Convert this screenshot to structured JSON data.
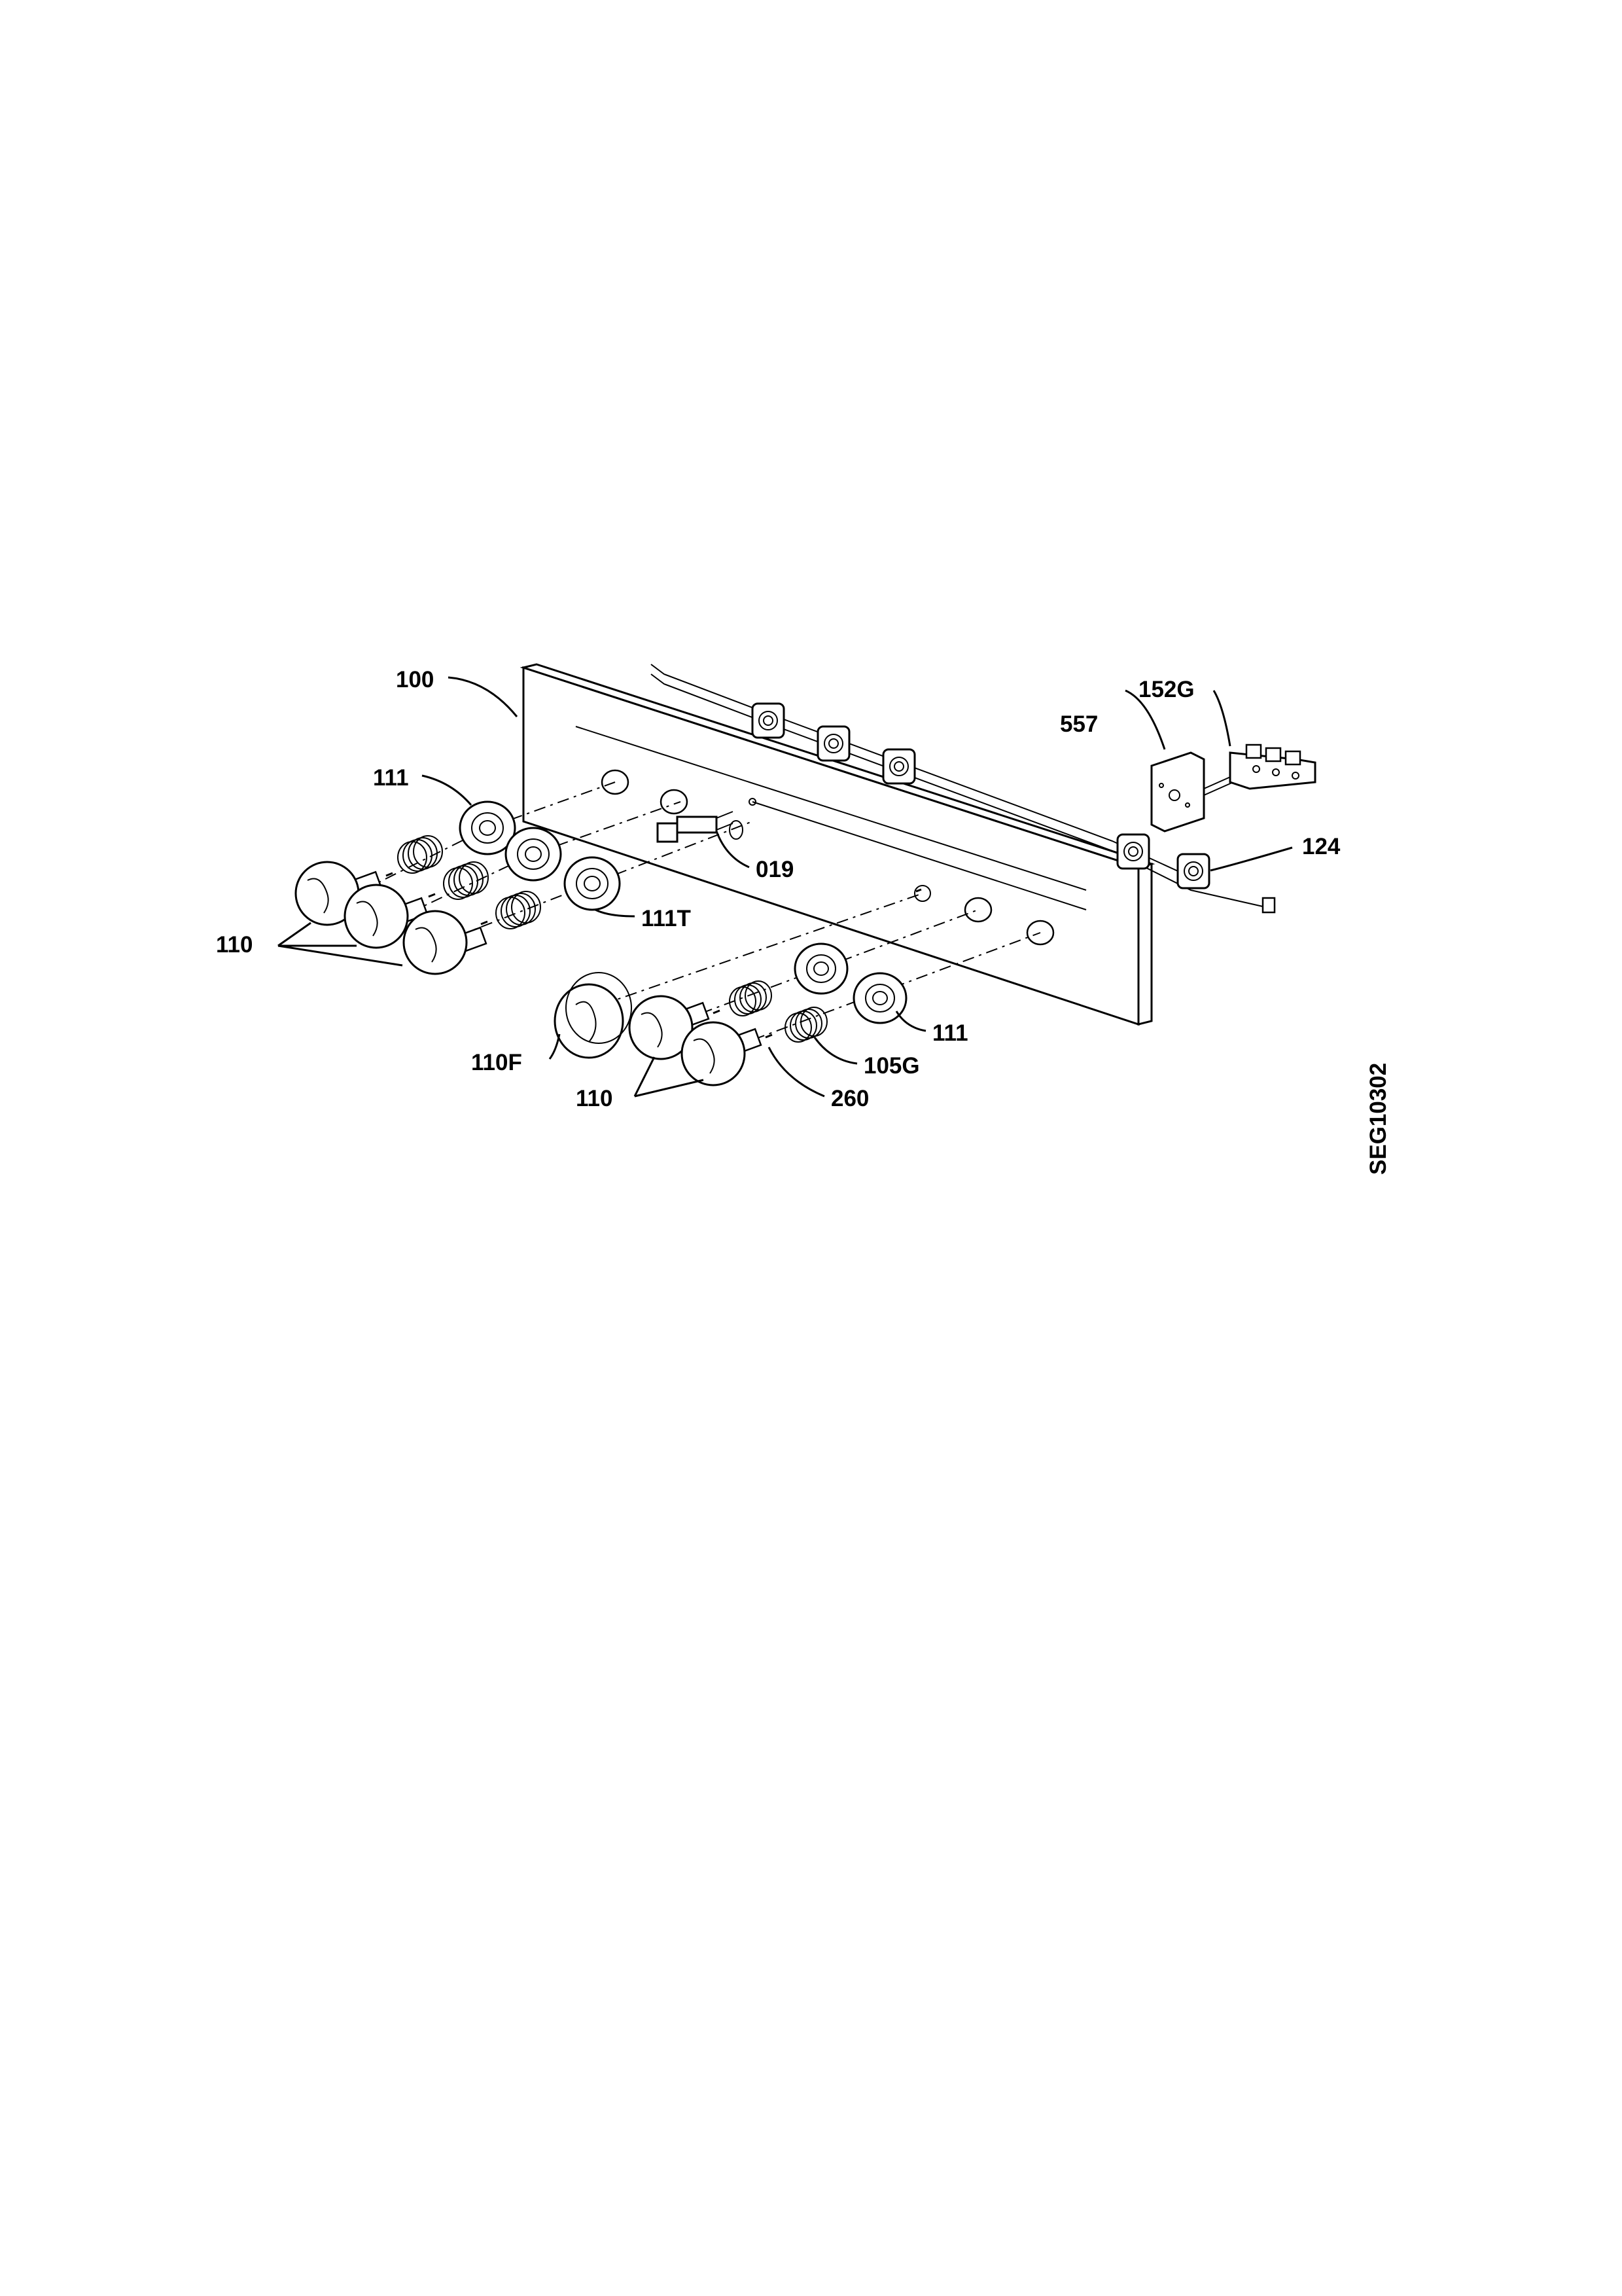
{
  "diagram": {
    "code": "SEG10302",
    "labels": {
      "panel": "100",
      "ring_top": "111",
      "knobs_left": "110",
      "ignition": "019",
      "ring_timer": "111T",
      "terminal": "152G",
      "bracket": "557",
      "wire": "124",
      "ring_right": "111",
      "knob_special": "110F",
      "spring": "105G",
      "knobs_bottom": "110",
      "pin": "260"
    }
  }
}
